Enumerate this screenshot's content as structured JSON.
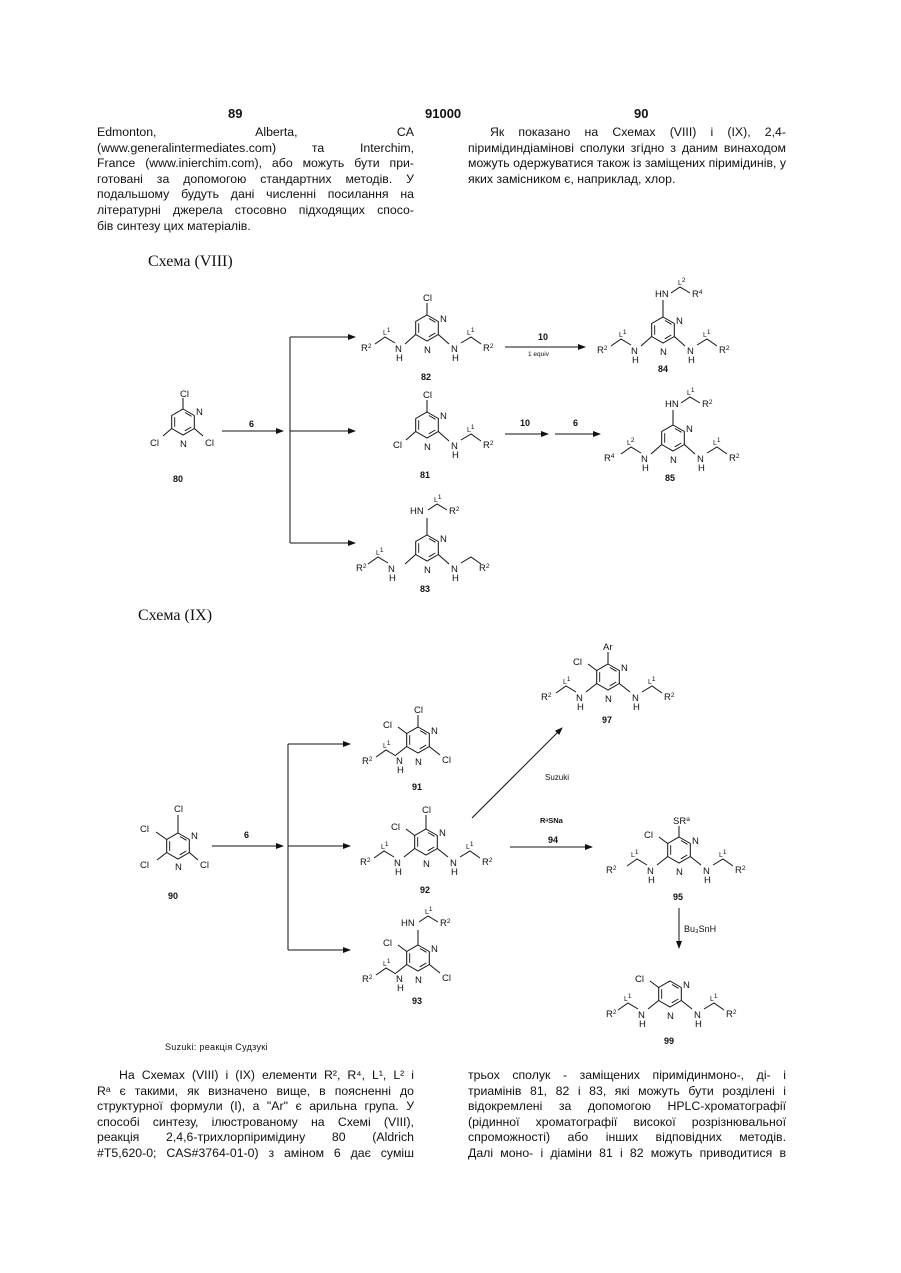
{
  "header": {
    "page_left": "89",
    "patent_no": "91000",
    "page_right": "90"
  },
  "top_left_lines": [
    "Edmonton, Alberta, CA",
    "(www.generalintermediates.com) та Interchim,",
    "France (www.inierchim.com), або можуть бути при-",
    "готовані за допомогою стандартних методів. У",
    "подальшому будуть дані численні посилання на",
    "літературні джерела стосовно підходящих спосо-",
    "бів синтезу цих матеріалів."
  ],
  "top_right": "Як показано на Схемах (VIII) і (IX), 2,4-піримідиндіамінові сполуки згідно з даним винаходом можуть одержуватися також із заміщених піримідинів, у яких замісником є, наприклад, хлор.",
  "scheme8": {
    "title": "Схема (VIII)",
    "compounds": {
      "c80": "80",
      "c81": "81",
      "c82": "82",
      "c83": "83",
      "c84": "84",
      "c85": "85"
    },
    "reagents": {
      "r6": "6",
      "r10a": "10",
      "equiv": "1 equiv",
      "r10b": "10",
      "r6b": "6"
    }
  },
  "scheme9": {
    "title": "Схема (IX)",
    "compounds": {
      "c90": "90",
      "c91": "91",
      "c92": "92",
      "c93": "93",
      "c94": "94",
      "c95": "95",
      "c97": "97",
      "c99": "99"
    },
    "reagents": {
      "r6": "6",
      "suzuki": "Suzuki",
      "rasna": "RᵃSNa",
      "bu3snh": "Bu₃SnH"
    },
    "footnote": "Suzuki: реакція Судзукі"
  },
  "bottom_left": [
    "На Схемах (VIII) і (IX) елементи R², R⁴, L¹, L² і",
    "Rᵃ є такими, як визначено вище, в поясненні до",
    "структурної формули (I), а \"Ar\" є арильна група. У",
    "способі синтезу, ілюстрованому на Схемі (VIII),",
    "реакція 2,4,6-трихлорпіримідину 80 (Aldrich",
    "#T5,620-0; CAS#3764-01-0) з аміном 6 дає суміш"
  ],
  "bottom_right": [
    "трьох сполук - заміщених піримідинмоно-, ді- і",
    "триамінів 81, 82 і 83, які можуть бути розділені і",
    "відокремлені за допомогою HPLC-хроматографії",
    "(рідинної хроматографії високої розрізнювальної",
    "спроможності) або інших відповідних методів.",
    "Далі моно- і діаміни 81 і 82 можуть приводитися в"
  ]
}
